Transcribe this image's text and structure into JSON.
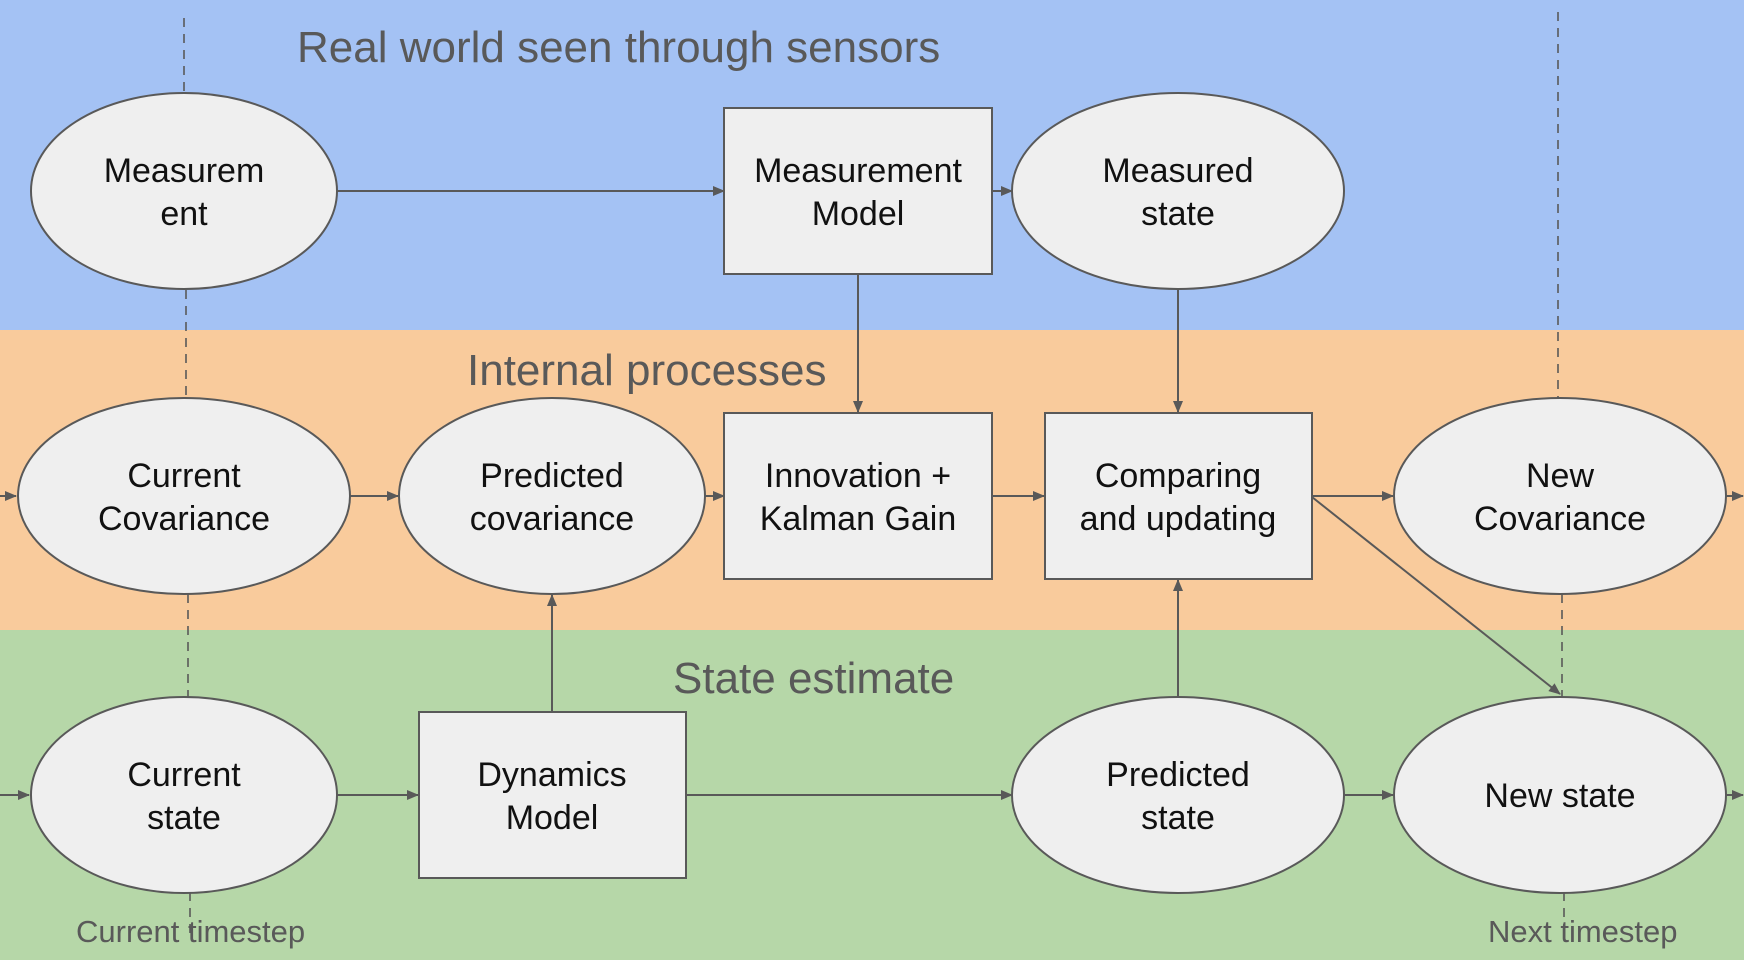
{
  "bands": {
    "top": {
      "title": "Real world seen through sensors",
      "color": "#a4c2f4"
    },
    "middle": {
      "title": "Internal processes",
      "color": "#f9cb9c"
    },
    "bottom": {
      "title": "State estimate",
      "color": "#b6d7a8"
    }
  },
  "nodes": {
    "measurement": [
      "Measurem",
      "ent"
    ],
    "measurement_model": [
      "Measurement",
      "Model"
    ],
    "measured_state": [
      "Measured",
      "state"
    ],
    "current_covariance": [
      "Current",
      "Covariance"
    ],
    "predicted_covariance": [
      "Predicted",
      "covariance"
    ],
    "innovation_kalman_gain": [
      "Innovation +",
      "Kalman Gain"
    ],
    "comparing_updating": [
      "Comparing",
      "and updating"
    ],
    "new_covariance": [
      "New",
      "Covariance"
    ],
    "current_state": [
      "Current",
      "state"
    ],
    "dynamics_model": [
      "Dynamics",
      "Model"
    ],
    "predicted_state": [
      "Predicted",
      "state"
    ],
    "new_state": [
      "New state"
    ]
  },
  "timesteps": {
    "current": "Current timestep",
    "next": "Next timestep"
  },
  "colors": {
    "node_fill": "#efefef",
    "stroke": "#595959",
    "band_title": "#595959"
  }
}
